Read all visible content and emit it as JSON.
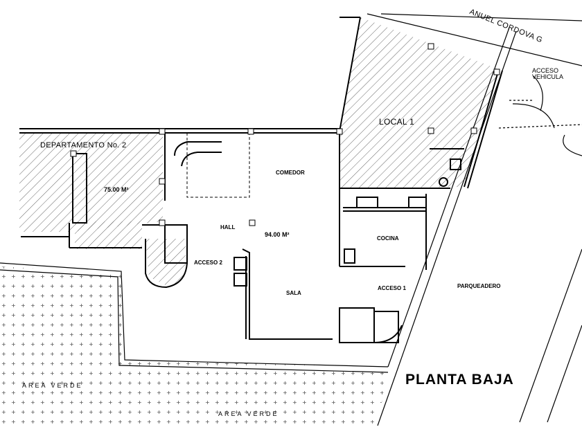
{
  "plan": {
    "title": "PLANTA BAJA",
    "street_label": "ANUEL CORDOVA G",
    "rooms": {
      "departamento": "DEPARTAMENTO No. 2",
      "departamento_area": "75.00 M²",
      "local": "LOCAL 1",
      "comedor": "COMEDOR",
      "hall": "HALL",
      "main_area": "94.00 M²",
      "cocina": "COCINA",
      "sala": "SALA",
      "acceso2": "ACCESO 2",
      "acceso1": "ACCESO 1",
      "parqueadero": "PARQUEADERO",
      "acceso_vehicular_1": "ACCESO",
      "acceso_vehicular_2": "VEHICULA"
    },
    "green_areas": [
      "AREA VERDE",
      "AREA VERDE"
    ]
  }
}
